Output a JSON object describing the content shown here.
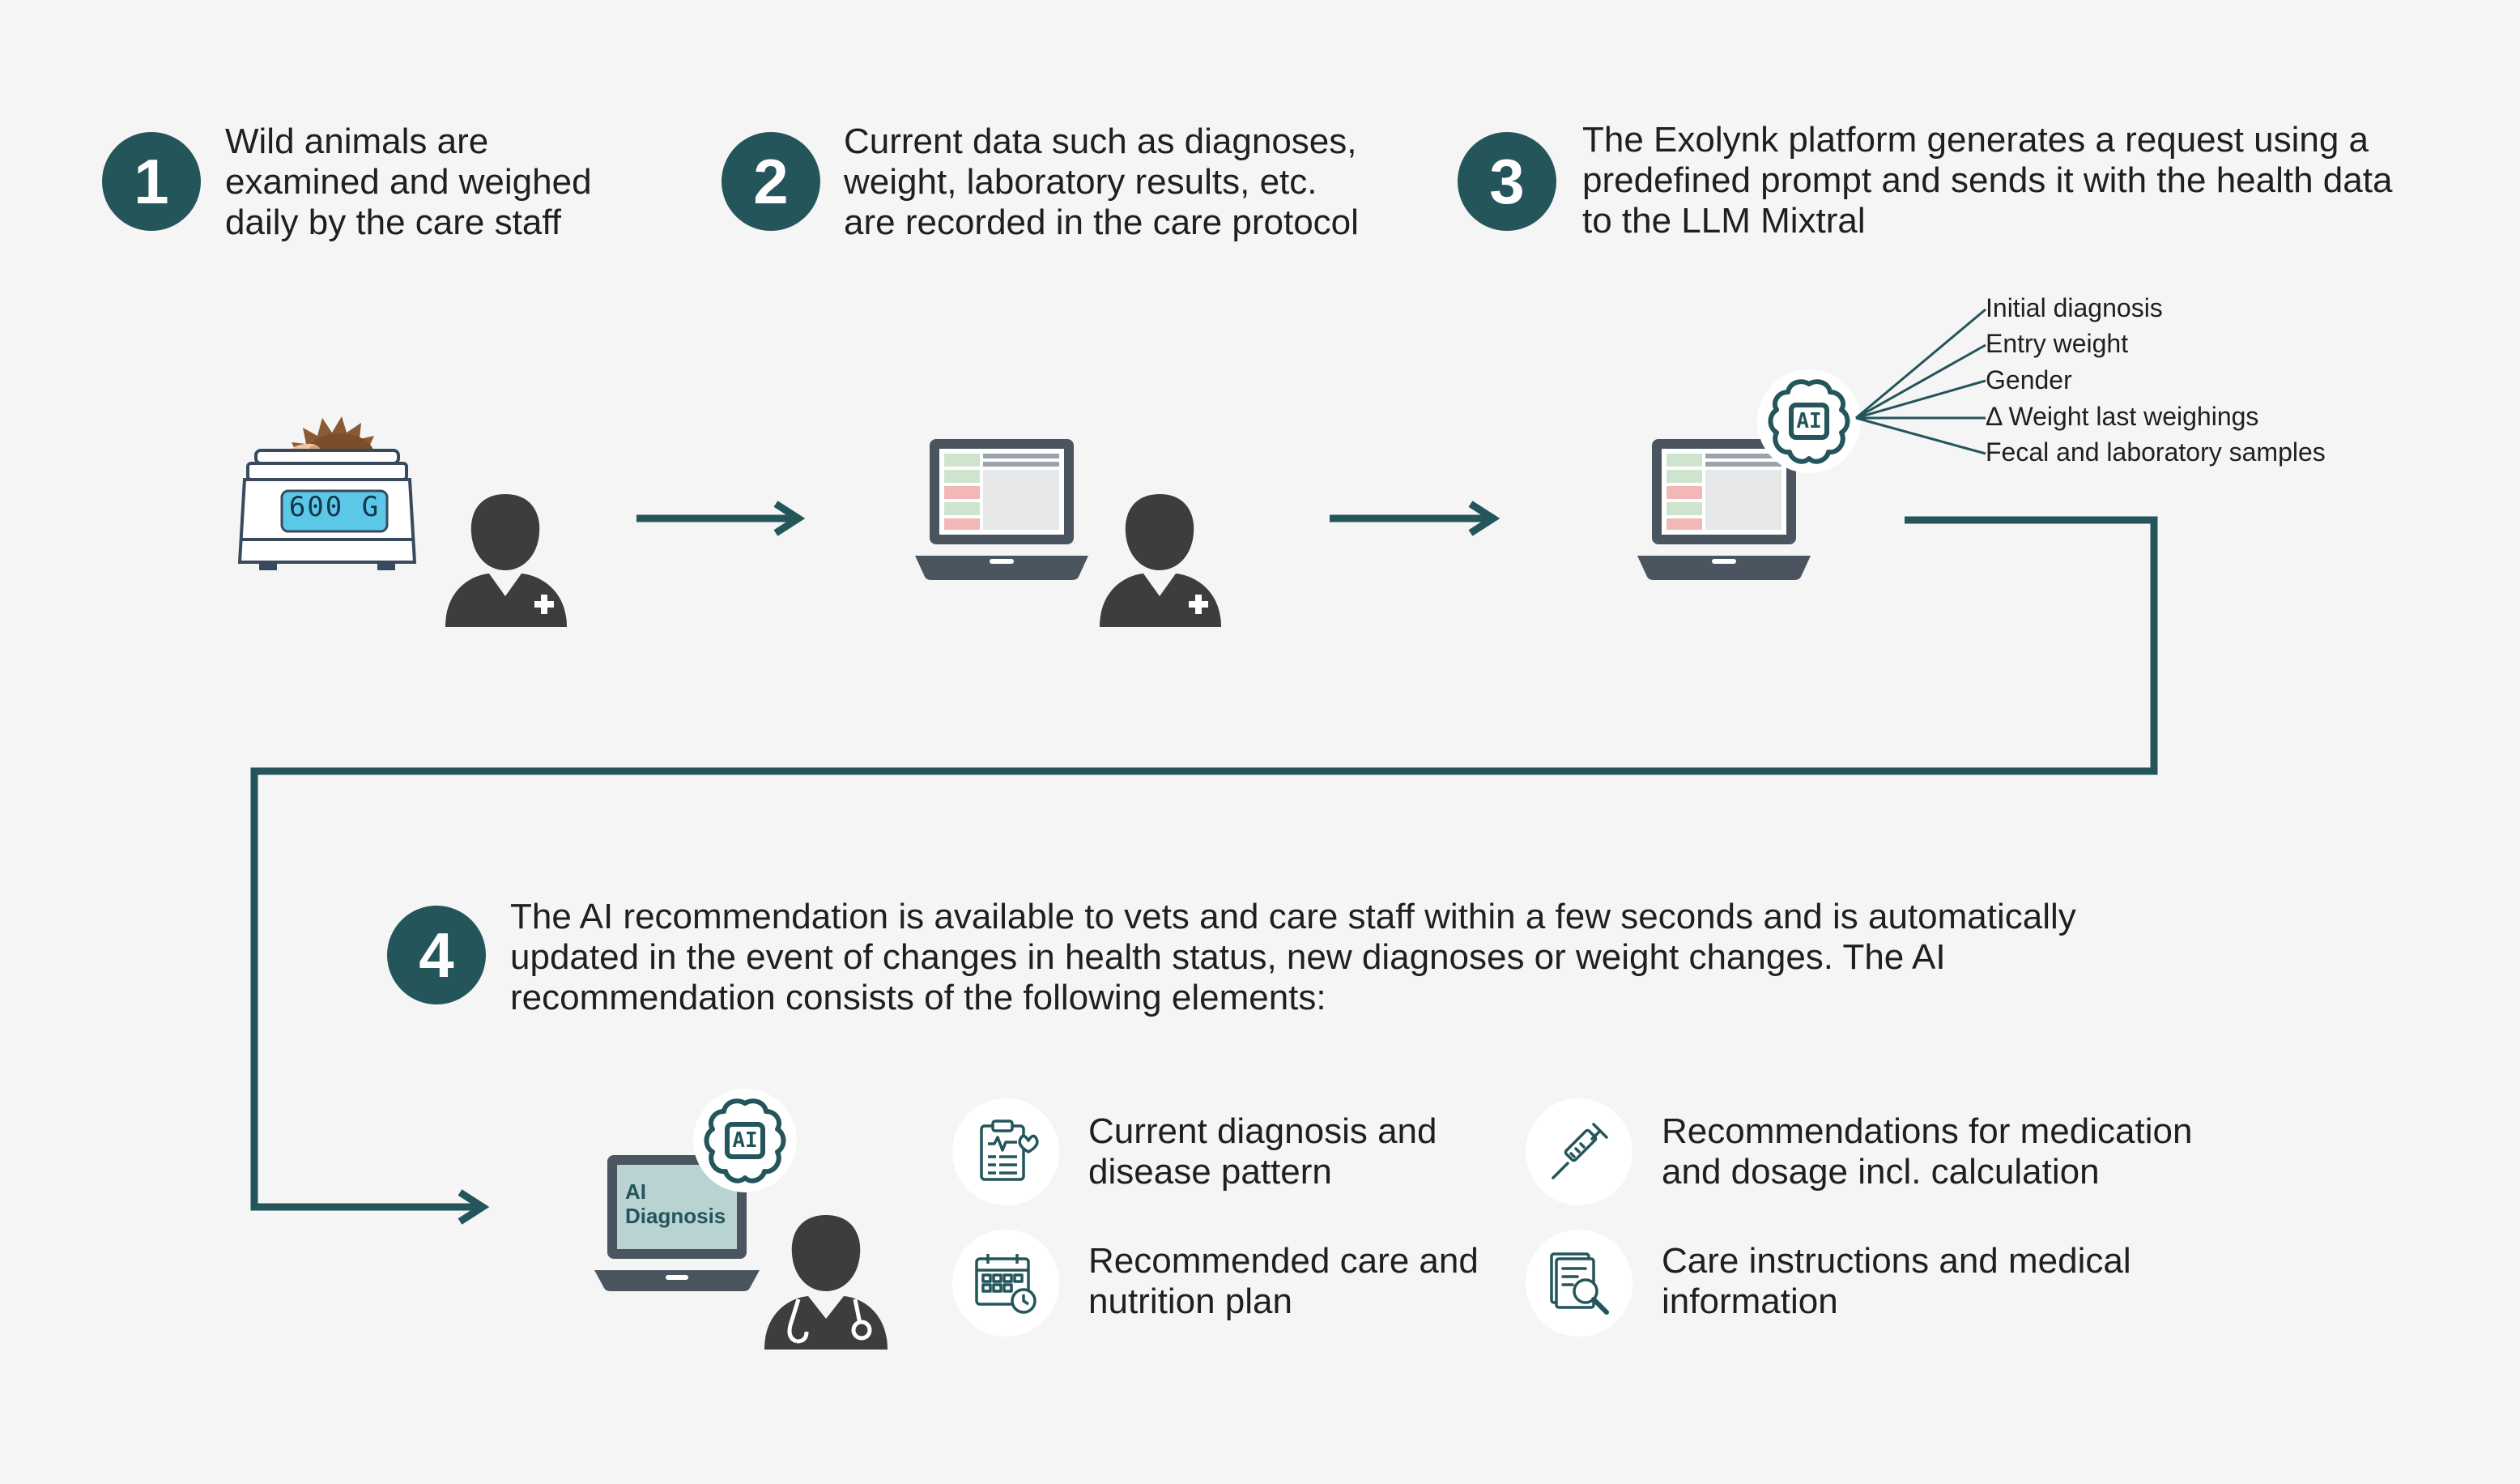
{
  "colors": {
    "background": "#f4f5f4",
    "accent_teal": "#23555b",
    "icon_dark": "#3d3d3d",
    "laptop": "#4a5560",
    "scale_display": "#5cc8e8"
  },
  "steps": [
    {
      "number": "1",
      "lines": [
        "Wild animals are",
        "examined and weighed",
        "daily by the care staff"
      ]
    },
    {
      "number": "2",
      "lines": [
        "Current data such as diagnoses,",
        "weight, laboratory results, etc.",
        "are recorded in the care protocol"
      ]
    },
    {
      "number": "3",
      "lines": [
        "The Exolynk platform generates a request using a",
        "predefined prompt and sends it with the health data",
        "to the LLM Mixtral"
      ]
    },
    {
      "number": "4",
      "lines": [
        "The AI recommendation is available to vets and care staff within a few seconds and is automatically",
        "updated in the event of changes in health status, new diagnoses or weight changes. The AI",
        "recommendation consists of the following elements:"
      ]
    }
  ],
  "scale": {
    "display_value": "600 G"
  },
  "ai_chip_label": "AI",
  "parameters": [
    "Initial diagnosis",
    "Entry weight",
    "Gender",
    "Δ Weight last weighings",
    "Fecal and laboratory samples"
  ],
  "ai_diagnosis_screen": {
    "line1": "AI",
    "line2": "Diagnosis"
  },
  "features": [
    {
      "icon": "clipboard-diagnosis-icon",
      "lines": [
        "Current diagnosis and",
        "disease pattern"
      ]
    },
    {
      "icon": "syringe-icon",
      "lines": [
        "Recommendations for medication",
        "and dosage incl. calculation"
      ]
    },
    {
      "icon": "calendar-plan-icon",
      "lines": [
        "Recommended care and",
        "nutrition plan"
      ]
    },
    {
      "icon": "document-search-icon",
      "lines": [
        "Care instructions and medical",
        "information"
      ]
    }
  ]
}
